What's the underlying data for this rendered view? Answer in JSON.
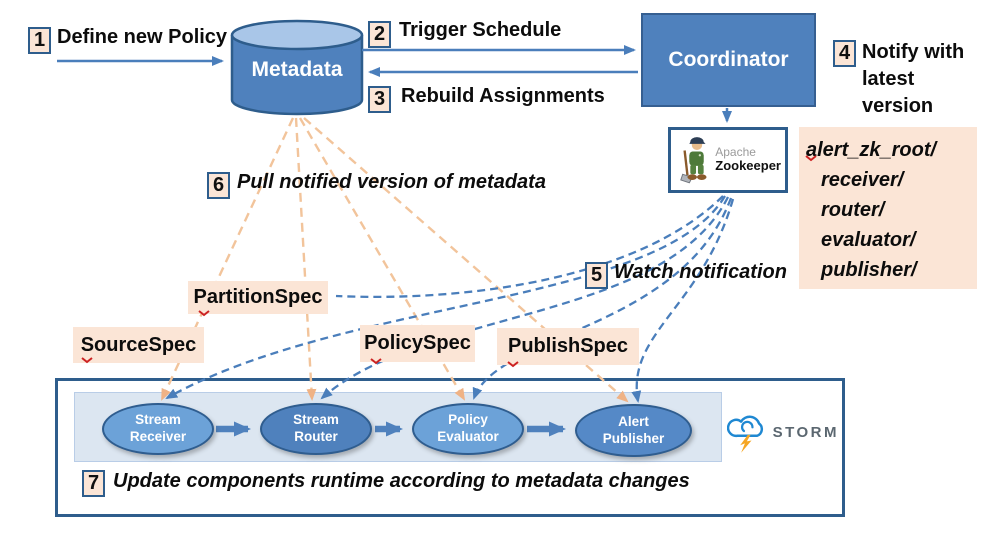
{
  "steps": [
    {
      "num": "1",
      "label": "Define new Policy"
    },
    {
      "num": "2",
      "label": "Trigger Schedule"
    },
    {
      "num": "3",
      "label": "Rebuild Assignments"
    },
    {
      "num": "4",
      "label": "Notify with latest version"
    },
    {
      "num": "5",
      "label": "Watch notification"
    },
    {
      "num": "6",
      "label": "Pull notified version of metadata"
    },
    {
      "num": "7",
      "label": "Update components runtime according to metadata changes"
    }
  ],
  "nodes": {
    "metadata": "Metadata",
    "coordinator": "Coordinator",
    "zookeeper": {
      "brand": "Apache",
      "name": "Zookeeper"
    },
    "storm": "STORM"
  },
  "zk_paths": {
    "root": "alert_zk_root/",
    "children": [
      "receiver/",
      "router/",
      "evaluator/",
      "publisher/"
    ]
  },
  "specs": [
    {
      "label": "SourceSpec"
    },
    {
      "label": "PartitionSpec"
    },
    {
      "label": "PolicySpec"
    },
    {
      "label": "PublishSpec"
    }
  ],
  "components": [
    {
      "line1": "Stream",
      "line2": "Receiver"
    },
    {
      "line1": "Stream",
      "line2": "Router"
    },
    {
      "line1": "Policy",
      "line2": "Evaluator"
    },
    {
      "line1": "Alert",
      "line2": "Publisher"
    }
  ],
  "colors": {
    "primary_blue": "#4f81bd",
    "dark_blue_border": "#2e5d8c",
    "peach": "#fbe5d6",
    "orange_dash": "#f2c49b",
    "blue_link": "#4a7ebb",
    "inner_panel": "#dce6f1",
    "storm_text": "#5b6770",
    "storm_blue": "#1f88d2",
    "storm_orange": "#f5a623",
    "squiggle_red": "#cc2222"
  }
}
